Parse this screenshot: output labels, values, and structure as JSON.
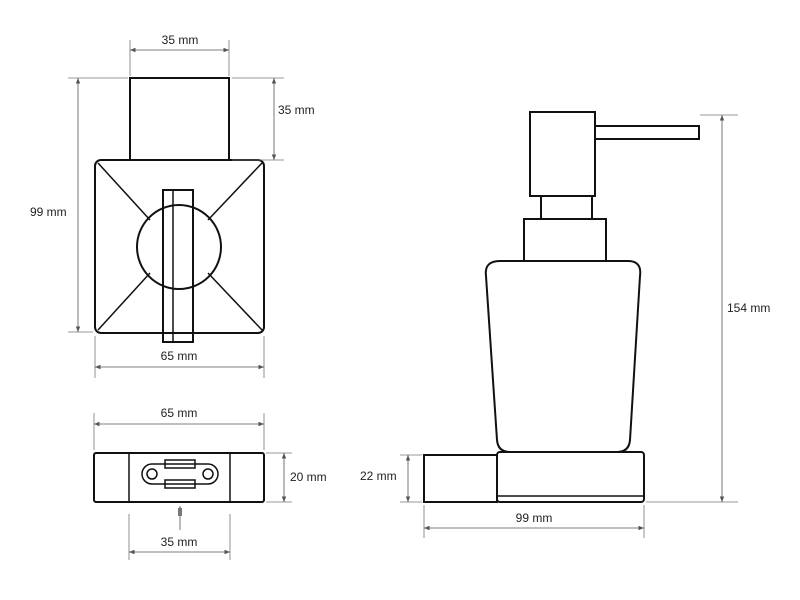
{
  "drawing": {
    "front_view": {
      "top_width": "35 mm",
      "top_height": "35 mm",
      "total_height": "99 mm",
      "base_width": "65 mm"
    },
    "bottom_view": {
      "width": "65 mm",
      "height": "20 mm",
      "inner_width": "35 mm"
    },
    "side_view": {
      "base_height": "22 mm",
      "depth": "99 mm",
      "total_height": "154 mm"
    }
  }
}
